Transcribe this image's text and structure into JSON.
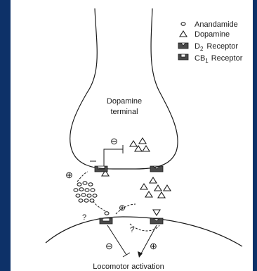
{
  "legend": {
    "anandamide": "Anandamide",
    "dopamine": "Dopamine",
    "d2_prefix": "D",
    "d2_sub": "2",
    "d2_suffix": "Receptor",
    "cb1_prefix": "CB",
    "cb1_sub": "1",
    "cb1_suffix": "Receptor"
  },
  "terminal_label_line1": "Dopamine",
  "terminal_label_line2": "terminal",
  "symbols": {
    "minus": "⊖",
    "plus": "⊕",
    "question": "?"
  },
  "caption": "Locomotor activation",
  "colors": {
    "background": "#0d3168",
    "figure": "#ffffff",
    "ink": "#1a1a1a"
  }
}
